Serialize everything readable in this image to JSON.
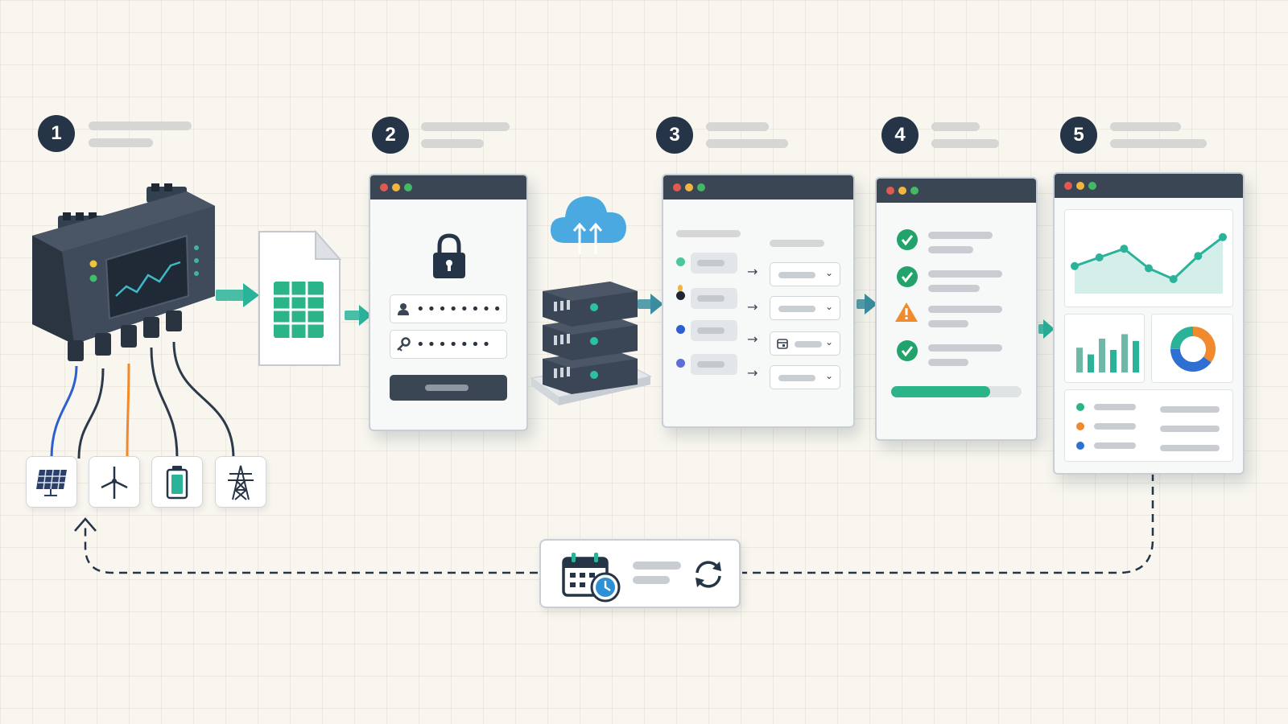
{
  "steps": [
    {
      "number": "1"
    },
    {
      "number": "2"
    },
    {
      "number": "3"
    },
    {
      "number": "4"
    },
    {
      "number": "5"
    }
  ],
  "login": {
    "password_mask": "••••••••",
    "key_mask": "•••••••"
  },
  "icons": {
    "sources": [
      "solar-panel-icon",
      "wind-turbine-icon",
      "battery-icon",
      "power-pylon-icon"
    ],
    "device": "data-logger-icon",
    "file": "spreadsheet-file-icon",
    "cloud": "cloud-upload-icon",
    "server": "server-stack-icon",
    "schedule": "calendar-clock-icon",
    "refresh": "refresh-icon"
  },
  "colors": {
    "accent_teal": "#2bb39a",
    "navy": "#253446",
    "check_green": "#22a36b",
    "warning_orange": "#f08a2c",
    "cloud_blue": "#4aa9e0",
    "progress_bar": "#2bb38a"
  },
  "mapping_rows": [
    {
      "dot_color": "#4cc79a"
    },
    {
      "dot_color": "#1e2733"
    },
    {
      "dot_color": "#2d5fd3"
    },
    {
      "dot_color": "#5b6fd6"
    }
  ],
  "validation_rows": [
    {
      "status": "ok"
    },
    {
      "status": "ok"
    },
    {
      "status": "warning"
    },
    {
      "status": "ok"
    }
  ],
  "validation_progress": 0.76,
  "dashboard": {
    "line_series": [
      0.38,
      0.5,
      0.62,
      0.35,
      0.2,
      0.52,
      0.78
    ],
    "bar_series": [
      0.55,
      0.4,
      0.75,
      0.5,
      0.85,
      0.7
    ],
    "donut_fractions": [
      0.35,
      0.4,
      0.25
    ],
    "donut_colors": [
      "#f08a2c",
      "#2d6fd3",
      "#2bb39a"
    ],
    "list_dots": [
      "#2bb38a",
      "#f08a2c",
      "#2d6fd3"
    ]
  }
}
